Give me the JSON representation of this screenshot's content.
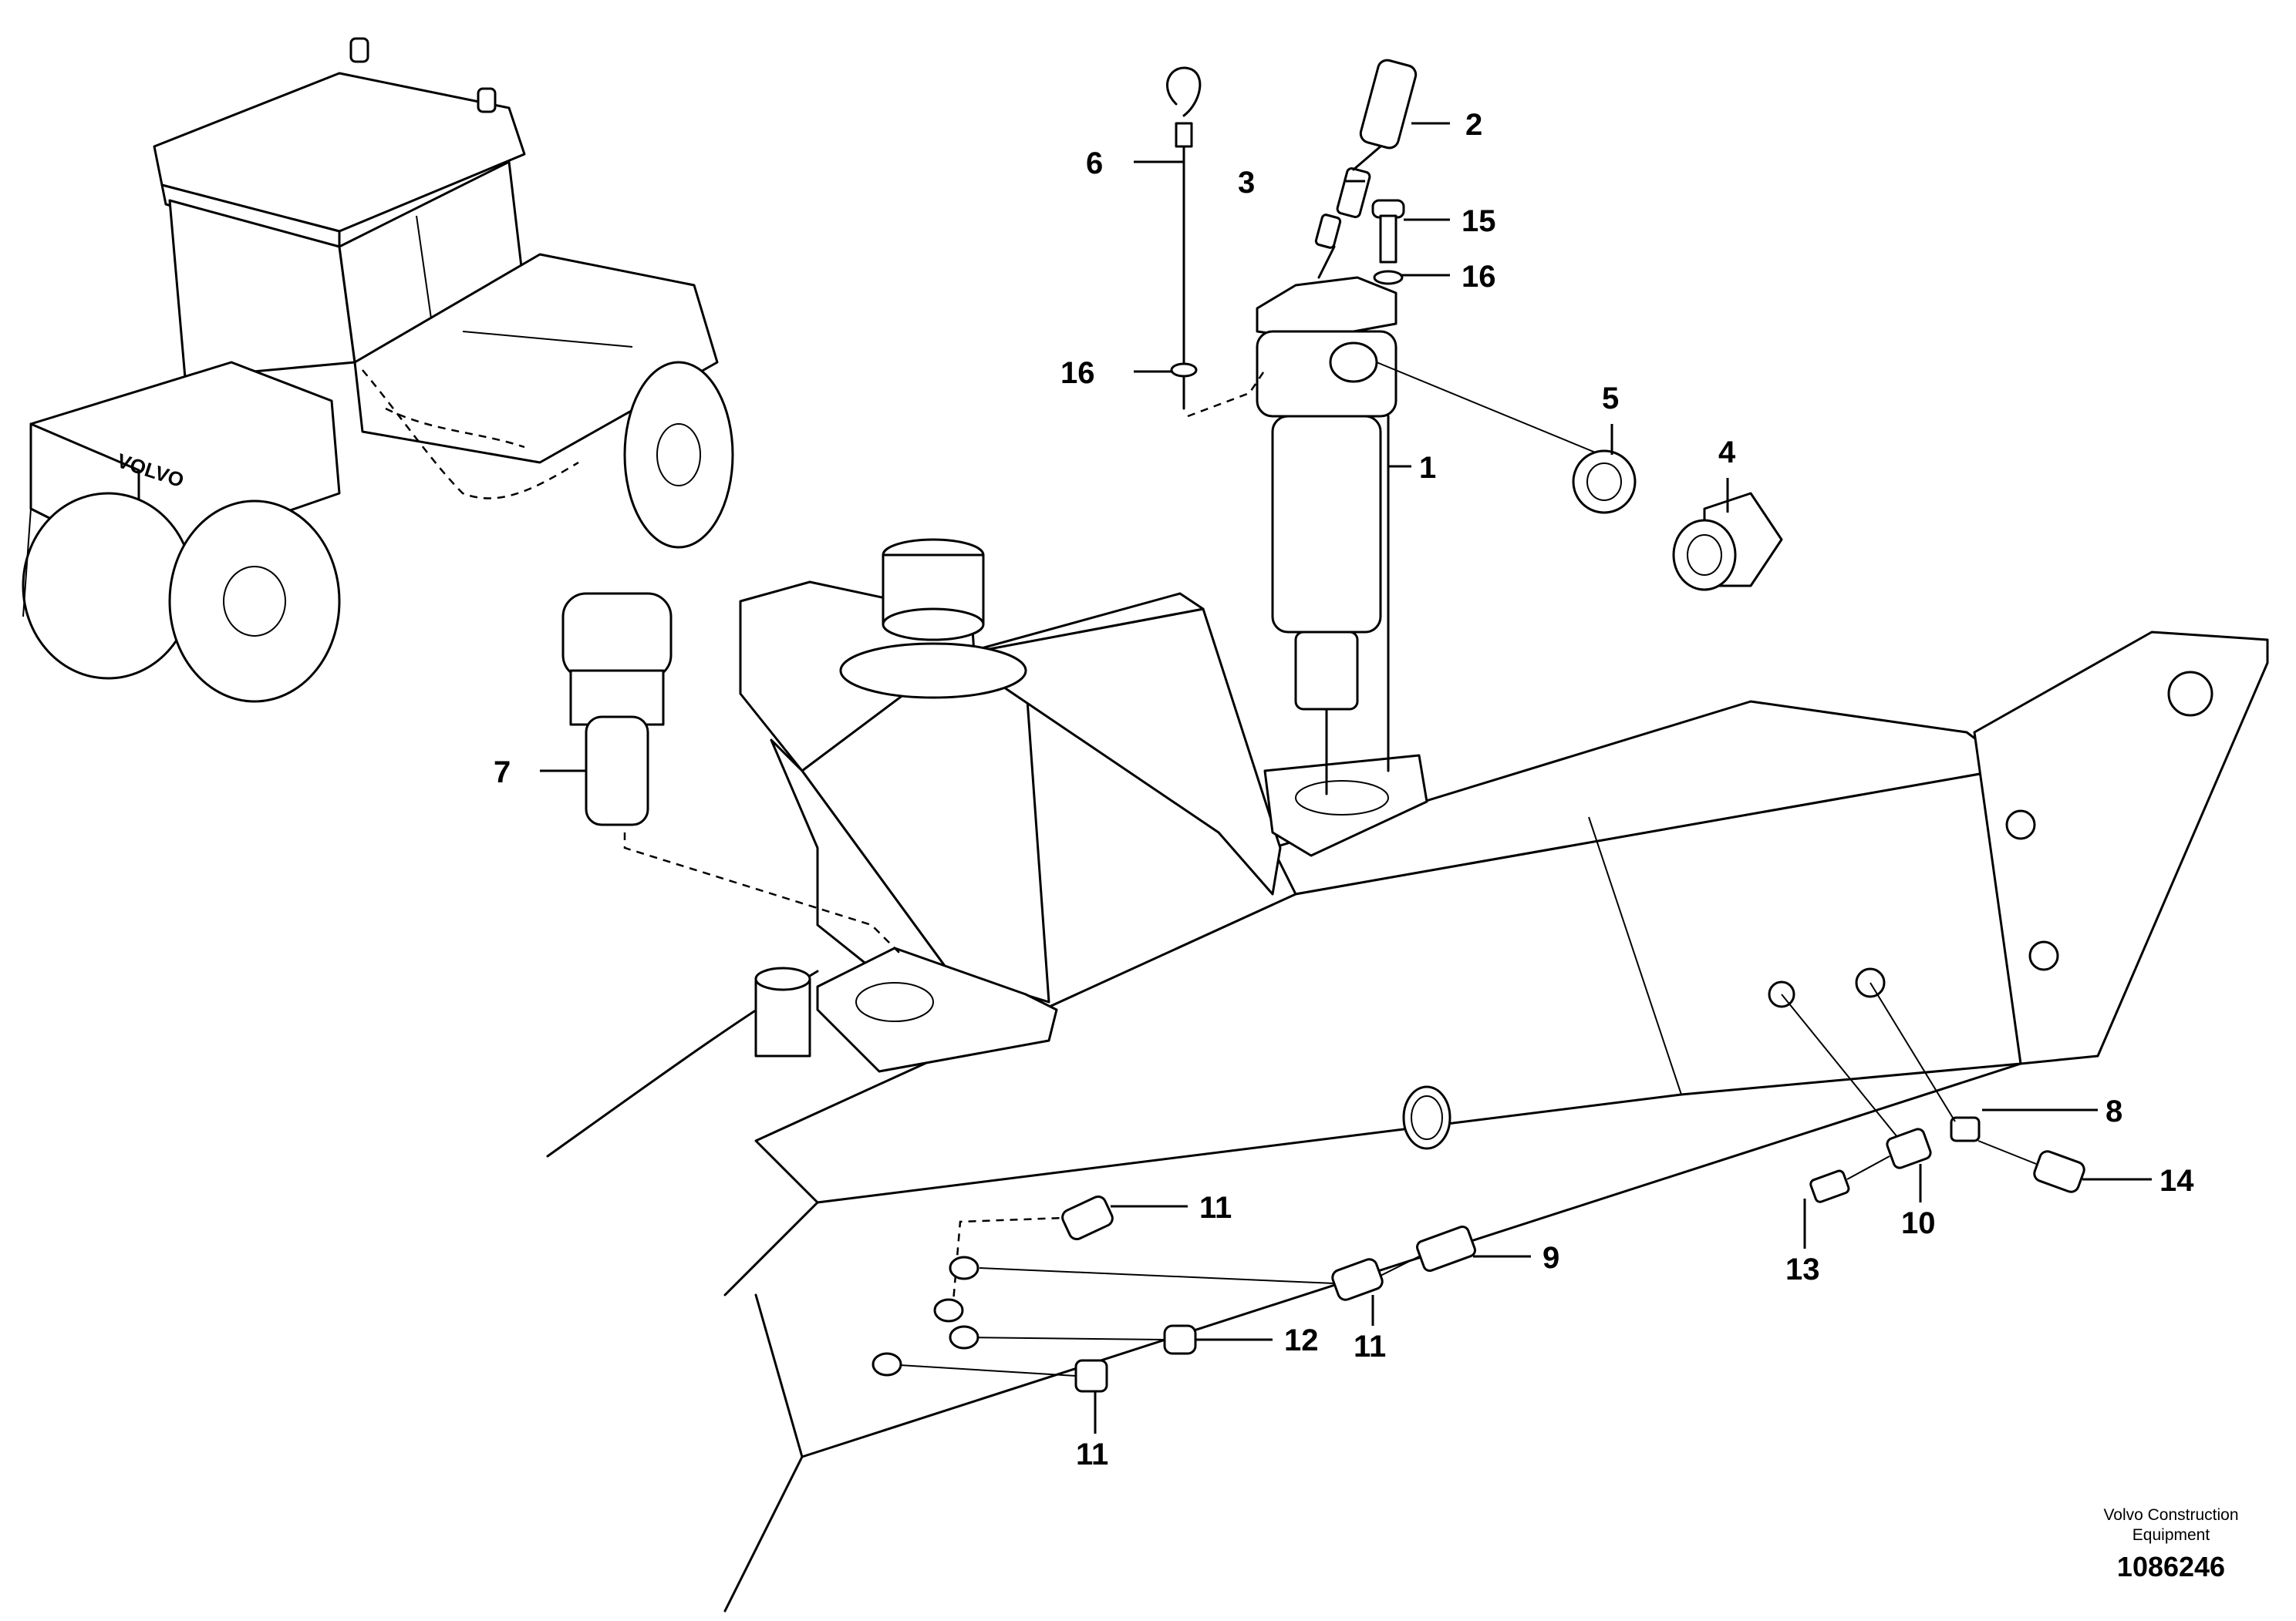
{
  "callouts": {
    "c1": "1",
    "c2": "2",
    "c3": "3",
    "c4": "4",
    "c5": "5",
    "c6": "6",
    "c7": "7",
    "c8": "8",
    "c9": "9",
    "c10": "10",
    "c11a": "11",
    "c11b": "11",
    "c11c": "11",
    "c12": "12",
    "c13": "13",
    "c14": "14",
    "c15": "15",
    "c16a": "16",
    "c16b": "16"
  },
  "brand": {
    "logo_text": "VOLVO"
  },
  "footer": {
    "company_line1": "Volvo Construction",
    "company_line2": "Equipment",
    "drawing_number": "1086246"
  },
  "icons": [
    "compactor-machine-icon",
    "hydraulic-filter-icon",
    "breather-icon",
    "dipstick-icon",
    "fitting-icon"
  ]
}
